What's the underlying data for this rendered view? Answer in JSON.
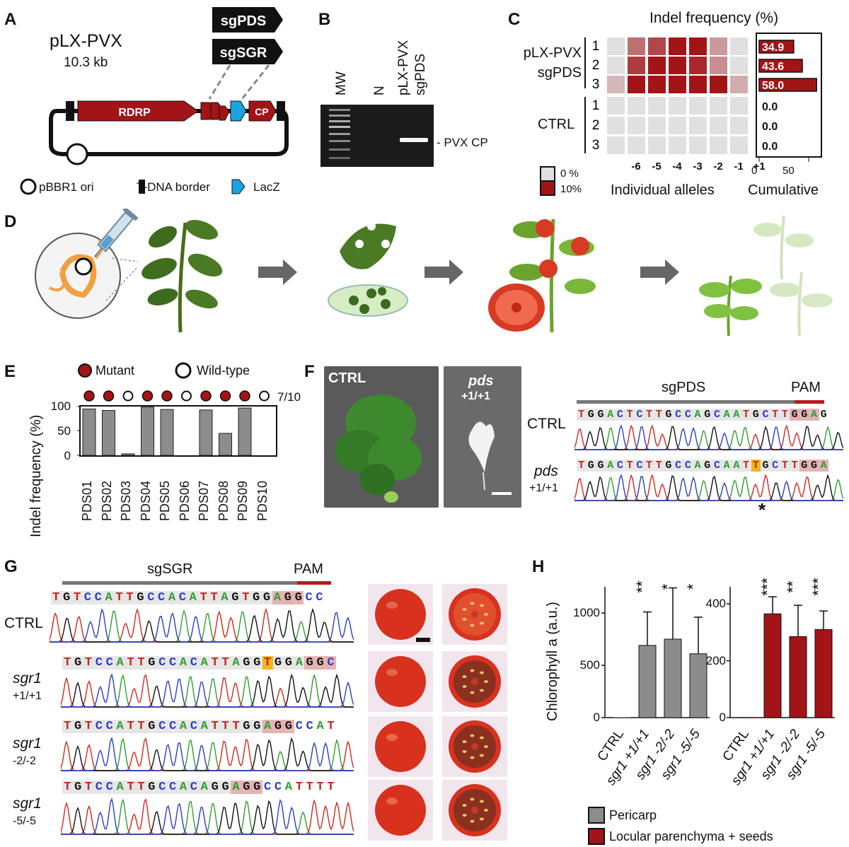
{
  "panels": [
    "A",
    "B",
    "C",
    "D",
    "E",
    "F",
    "G",
    "H"
  ],
  "colors": {
    "mutant": "#a31417",
    "grey_bar": "#8c8c8c",
    "heat_grey": "#e0e0e0",
    "lacz": "#1aa3e0",
    "pam": "#b51d1d",
    "sg_bar": "#777777"
  },
  "panel_a": {
    "plasmid_name": "pLX-PVX",
    "plasmid_size": "10.3 kb",
    "gene_rdrp": "RDRP",
    "gene_cp": "CP",
    "guide1": "sgPDS",
    "guide2": "sgSGR",
    "legend_ori": "pBBR1 ori",
    "legend_border": "T-DNA border",
    "legend_lacz": "LacZ"
  },
  "panel_b": {
    "lanes": [
      "MW",
      "N",
      "pLX-PVX sgPDS"
    ],
    "lane3_line1": "pLX-PVX",
    "lane3_line2": "sgPDS",
    "band_label": "- PVX CP"
  },
  "panel_c": {
    "title": "Indel frequency (%)",
    "group1_line1": "pLX-PVX",
    "group1_line2": "sgPDS",
    "group2": "CTRL",
    "rep_labels": [
      "1",
      "2",
      "3",
      "1",
      "2",
      "3"
    ],
    "alleles": [
      "-6",
      "-5",
      "-4",
      "-3",
      "-2",
      "-1",
      "+1"
    ],
    "xlabel_heat": "Individual alleles",
    "xlabel_bar": "Cumulative",
    "scale_low": "0 %",
    "scale_high": "10%",
    "cumulative_values": [
      "34.9",
      "43.6",
      "58.0",
      "0.0",
      "0.0",
      "0.0"
    ],
    "cumulative_numeric": [
      34.9,
      43.6,
      58.0,
      0,
      0,
      0
    ],
    "cum_ticks": [
      "0",
      "50"
    ],
    "heat_intensity": [
      [
        0,
        0.55,
        0.75,
        1,
        1,
        0.35,
        0
      ],
      [
        0,
        0.8,
        1,
        1,
        0.9,
        0.4,
        0
      ],
      [
        0.2,
        1,
        1,
        1,
        1,
        1,
        0.25
      ],
      [
        0,
        0,
        0,
        0,
        0,
        0,
        0
      ],
      [
        0,
        0,
        0,
        0,
        0,
        0,
        0
      ],
      [
        0,
        0,
        0,
        0,
        0,
        0,
        0
      ]
    ]
  },
  "panel_e": {
    "legend_mutant": "Mutant",
    "legend_wt": "Wild-type",
    "ratio": "7/10",
    "ylabel": "Indel frequency (%)",
    "yticks": [
      "100",
      "50",
      "0"
    ]
  },
  "chart_data": {
    "type": "bar",
    "categories": [
      "PDS01",
      "PDS02",
      "PDS03",
      "PDS04",
      "PDS05",
      "PDS06",
      "PDS07",
      "PDS08",
      "PDS09",
      "PDS10"
    ],
    "values": [
      95,
      92,
      3,
      99,
      94,
      0,
      93,
      45,
      97,
      0
    ],
    "genotype": [
      "Mutant",
      "Mutant",
      "Wild-type",
      "Mutant",
      "Mutant",
      "Wild-type",
      "Mutant",
      "Mutant",
      "Mutant",
      "Wild-type"
    ],
    "ylabel": "Indel frequency (%)",
    "ylim": [
      0,
      100
    ]
  },
  "panel_f": {
    "photo_ctrl": "CTRL",
    "photo_pds": "pds",
    "photo_pds_geno": "+1/+1",
    "guide": "sgPDS",
    "pam": "PAM",
    "row1_label": "CTRL",
    "row2_label": "pds",
    "row2_geno": "+1/+1",
    "seq_ctrl": "TGGACTCTTGCCAGCAATGCTTGGAG",
    "seq_pds": "TGGACTCTTGCCAGCAATTGCTTGGA",
    "asterisk": "*"
  },
  "panel_g": {
    "guide": "sgSGR",
    "pam": "PAM",
    "rows": [
      {
        "name": "CTRL",
        "geno": "",
        "seq": "TGTCCATTGCCACATTAGTGGAGGCC"
      },
      {
        "name": "sgr1",
        "geno": "+1/+1",
        "seq": "TGTCCATTGCCACATTAGGTGGAGGC"
      },
      {
        "name": "sgr1",
        "geno": "-2/-2",
        "seq": "TGTCCATTGCCACATTTGGAGGCCAT"
      },
      {
        "name": "sgr1",
        "geno": "-5/-5",
        "seq": "TGTCCATTGCCACAGGAGGCCATTTT"
      }
    ]
  },
  "panel_h": {
    "ylabel": "Chlorophyll a (a.u.)",
    "categories": [
      "CTRL",
      "sgr1 +1/+1",
      "sgr1 -2/-2",
      "sgr1 -5/-5"
    ],
    "pericarp_values": [
      0,
      690,
      750,
      610
    ],
    "pericarp_errors": [
      0,
      320,
      490,
      350
    ],
    "pericarp_ticks": [
      "0",
      "500",
      "1000"
    ],
    "pericarp_sig": [
      "",
      "**",
      "*",
      "*"
    ],
    "locular_values": [
      0,
      365,
      285,
      310
    ],
    "locular_errors": [
      0,
      60,
      110,
      65
    ],
    "locular_ticks": [
      "0",
      "200",
      "400"
    ],
    "locular_sig": [
      "",
      "***",
      "**",
      "***"
    ],
    "legend_pericarp": "Pericarp",
    "legend_locular": "Locular parenchyma + seeds"
  }
}
